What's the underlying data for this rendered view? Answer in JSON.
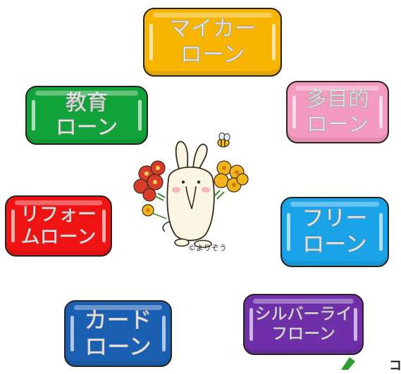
{
  "buttons": {
    "mycar": {
      "line1": "マイカー",
      "line2": "ローン",
      "color": "#f7b500"
    },
    "education": {
      "line1": "教育",
      "line2": "ローン",
      "color": "#12a23a"
    },
    "multipurpose": {
      "line1": "多目的",
      "line2": "ローン",
      "color": "#f49ac1"
    },
    "reform": {
      "line1": "リフォー",
      "line2": "ムローン",
      "color": "#ef1313"
    },
    "free": {
      "line1": "フリー",
      "line2": "ローン",
      "color": "#1aa3e6"
    },
    "card": {
      "line1": "カード",
      "line2": "ローン",
      "color": "#1b5fb2"
    },
    "silver": {
      "line1": "シルバーライ",
      "line2": "フローン",
      "color": "#6e2fa8"
    }
  },
  "illustration": {
    "copyright": "©よりぞう"
  },
  "edge_text": "コ"
}
